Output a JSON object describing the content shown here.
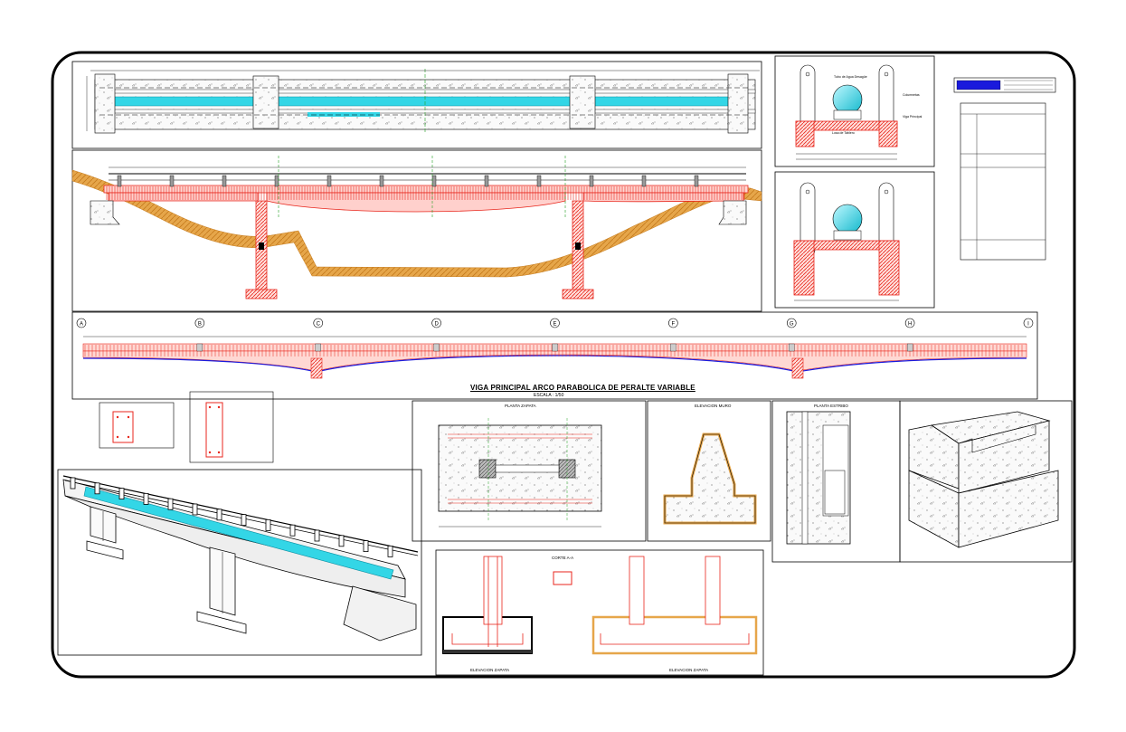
{
  "sheet": {
    "main_title": "VIGA PRINCIPAL ARCO PARABOLICA DE PERALTE VARIABLE",
    "main_scale": "ESCALA : 1/50",
    "axis_labels": [
      "A",
      "B",
      "C",
      "D",
      "E",
      "F",
      "G",
      "H",
      "I"
    ]
  },
  "details": {
    "planta_zapata": "PLANTA ZAPATA",
    "elevacion_muro": "ELEVACION MURO",
    "planta_estribo": "PLANTA ESTRIBO",
    "elevacion_zapata_1": "ELEVACION ZAPATA",
    "elevacion_zapata_2": "ELEVACION ZAPATA",
    "corte": "CORTE A-A"
  },
  "section_labels": {
    "tubo_agua": "Tubo de Agua Desagüe",
    "columnetas": "Columnetas",
    "viga_principal": "Viga Principal",
    "losa": "Losa de Tablero"
  },
  "colors": {
    "red": "#e8261c",
    "water": "#33d6e6",
    "ground": "#e0a040",
    "blue": "#1a1adc",
    "green": "#22a022"
  }
}
